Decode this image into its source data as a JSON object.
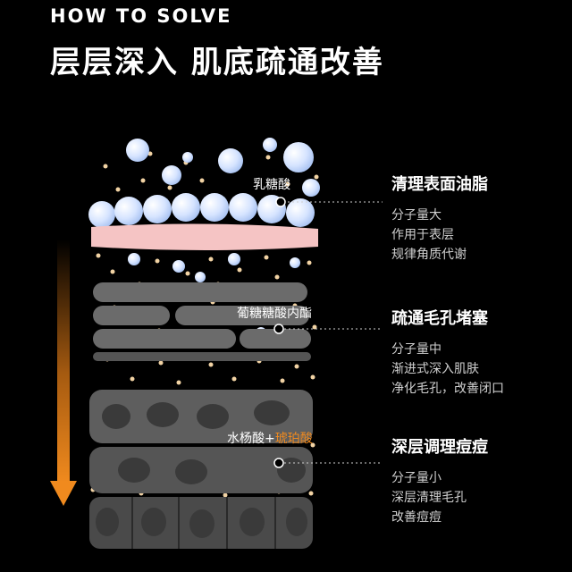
{
  "header": {
    "subtitle_en": "HOW TO SOLVE",
    "title_zh": "层层深入 肌底疏通改善"
  },
  "colors": {
    "background": "#000000",
    "accent_orange": "#f08a1e",
    "bubble_blue": "#cfe0ff",
    "pink_layer": "#f5c4c4",
    "tissue_gray": "#6a6a6a"
  },
  "labels": {
    "lactobionic": "乳糖酸",
    "gluconolactone": "葡糖糖酸内酯",
    "salicylic": "水杨酸+",
    "succinic": "琥珀酸"
  },
  "callouts": [
    {
      "title": "清理表面油脂",
      "lines": [
        "分子量大",
        "作用于表层",
        "规律角质代谢"
      ]
    },
    {
      "title": "疏通毛孔堵塞",
      "lines": [
        "分子量中",
        "渐进式深入肌肤",
        "净化毛孔，改善闭口"
      ]
    },
    {
      "title": "深层调理痘痘",
      "lines": [
        "分子量小",
        "深层清理毛孔",
        "改善痘痘"
      ]
    }
  ]
}
